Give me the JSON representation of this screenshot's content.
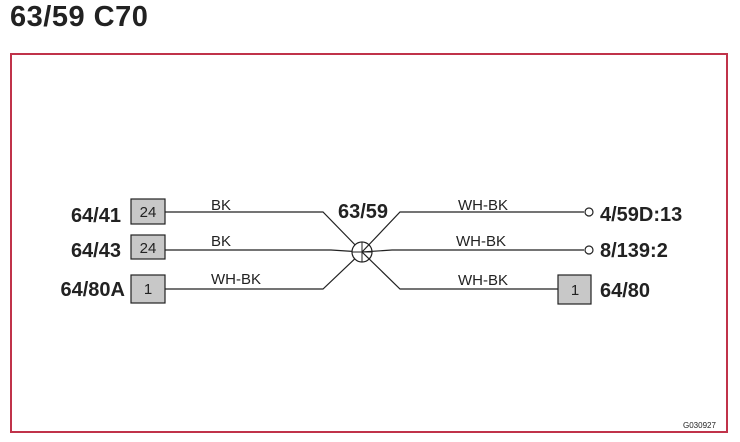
{
  "title": "63/59 C70",
  "splice": {
    "label": "63/59"
  },
  "left_connectors": [
    {
      "component": "64/41",
      "pin": "24",
      "wire_color": "BK"
    },
    {
      "component": "64/43",
      "pin": "24",
      "wire_color": "BK"
    },
    {
      "component": "64/80A",
      "pin": "1",
      "wire_color": "WH-BK"
    }
  ],
  "right_connectors": [
    {
      "component": "4/59D:13",
      "pin": "",
      "wire_color": "WH-BK",
      "terminal": "ring"
    },
    {
      "component": "8/139:2",
      "pin": "",
      "wire_color": "WH-BK",
      "terminal": "ring"
    },
    {
      "component": "64/80",
      "pin": "1",
      "wire_color": "WH-BK",
      "terminal": "box"
    }
  ],
  "figure_code": "G030927",
  "colors": {
    "frame": "#c0334a",
    "pin_box": "#c8c8c8",
    "line": "#222222"
  }
}
